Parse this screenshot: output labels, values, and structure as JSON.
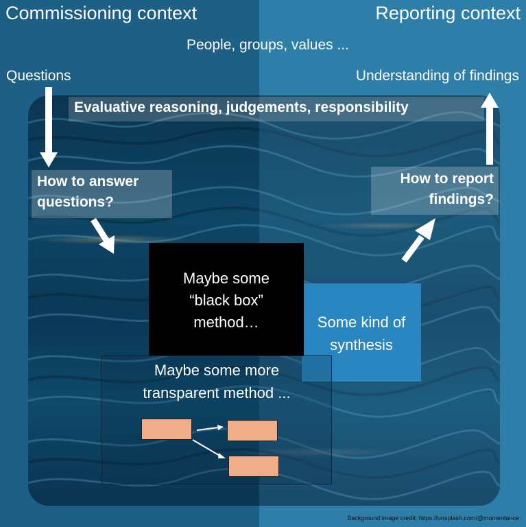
{
  "headers": {
    "left_title": "Commissioning context",
    "right_title": "Reporting context",
    "center_label": "People, groups, values ..."
  },
  "labels": {
    "questions": "Questions",
    "understanding": "Understanding of findings",
    "band": "Evaluative reasoning, judgements, responsibility"
  },
  "boxes": {
    "how_answer": [
      "How to answer",
      "questions?"
    ],
    "how_report": [
      "How to report",
      "findings?"
    ],
    "black_box": [
      "Maybe some",
      "“black box”",
      "method…"
    ],
    "synthesis": [
      "Some kind of",
      "synthesis"
    ],
    "transparent": [
      "Maybe some more",
      "transparent method ..."
    ]
  },
  "credit": "Background image credit: https://unsplash.com/@momentance",
  "colors": {
    "left_panel": "#1e5f86",
    "right_panel": "#2d7fa9",
    "black_box": "#000000",
    "synthesis_box": "#2a86c1",
    "flow_boxes": "#f0ad8a",
    "arrow": "#ffffff"
  }
}
